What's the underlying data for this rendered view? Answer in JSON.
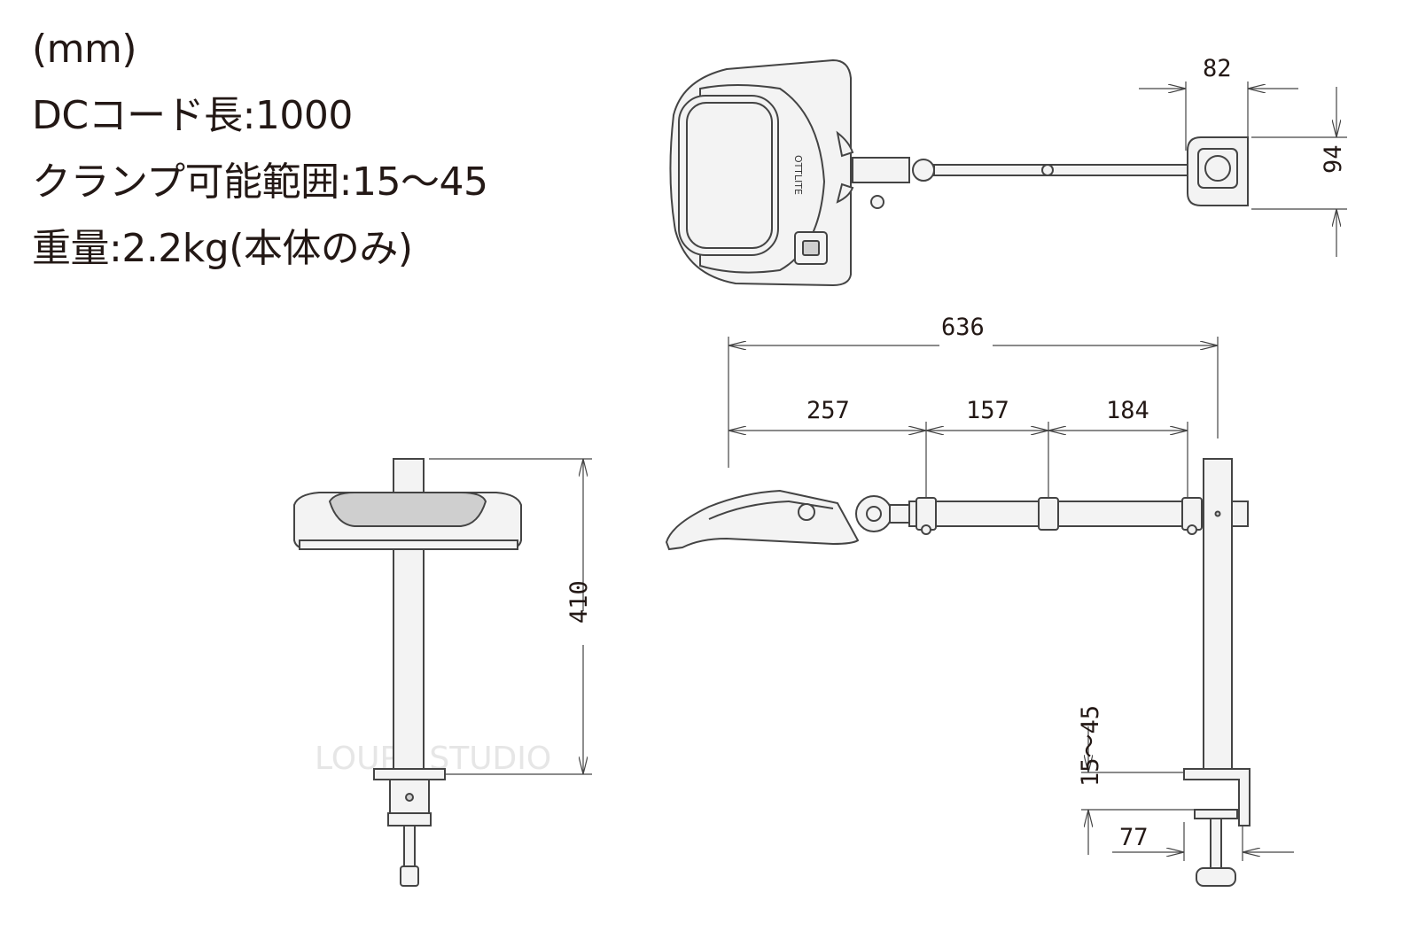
{
  "specs": {
    "unit": "(mm)",
    "cord": "DCコード長:1000",
    "clamp": "クランプ可能範囲:15～45",
    "weight": "重量:2.2kg(本体のみ)"
  },
  "dimensions": {
    "total_length": "636",
    "seg1": "257",
    "seg2": "157",
    "seg3": "184",
    "height": "410",
    "top_width": "82",
    "top_depth": "94",
    "clamp_range": "15～45",
    "clamp_depth": "77"
  },
  "brand_mark": "OTTLITE",
  "watermark": "LOUPE STUDIO"
}
